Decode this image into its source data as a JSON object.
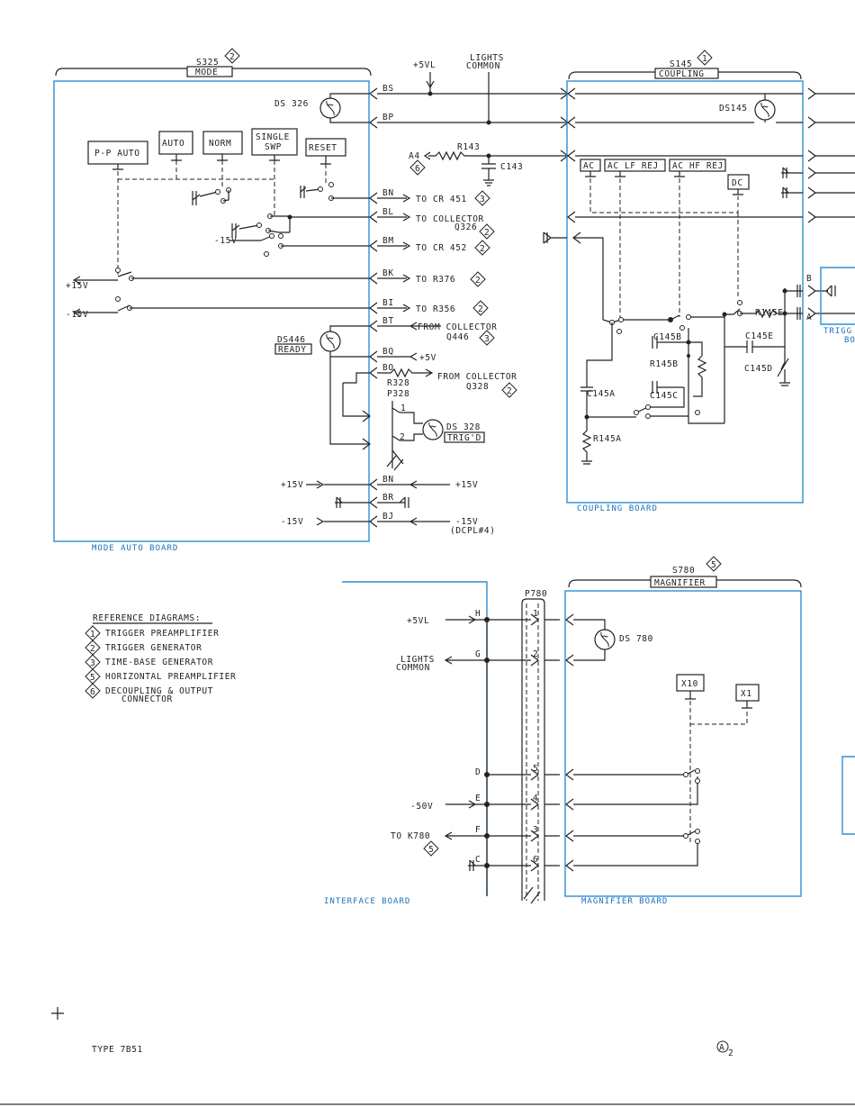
{
  "mode": {
    "designator": "S325",
    "ref": "2",
    "name": "MODE",
    "buttons": [
      "P-P AUTO",
      "AUTO",
      "NORM",
      "SINGLE",
      "SWP",
      "RESET"
    ],
    "lamp": "DS 326",
    "board": "MODE AUTO BOARD",
    "plus15": "+15V",
    "minus15": "-15V",
    "minus15b": "-15V",
    "ready_lamp": "DS446",
    "ready": "READY"
  },
  "interconnect": {
    "p5vl": "+5VL",
    "lights": "LIGHTS",
    "common": "COMMON",
    "bs": "BS",
    "bp": "BP",
    "a4": "A4",
    "a4_ref": "6",
    "r143": "R143",
    "c143": "C143",
    "bn": "BN",
    "to_cr451": "TO CR 451",
    "bl": "BL",
    "to_collector": "TO COLLECTOR",
    "q326": "Q326",
    "bm": "BM",
    "to_cr452": "TO CR 452",
    "bk": "BK",
    "to_r376": "TO R376",
    "bi": "BI",
    "to_r356": "TO R356",
    "bt": "BT",
    "from_coll_1": "FROM COLLECTOR",
    "q446": "Q446",
    "bq": "BQ",
    "p5v": "+5V",
    "bo": "BO",
    "r328": "R328",
    "from_coll_2": "FROM COLLECTOR",
    "q328": "Q328",
    "p328": "P328",
    "pin1": "1",
    "pin2": "2",
    "ds328": "DS 328",
    "trigd": "TRIG'D",
    "bn2": "BN",
    "p15_left": "+15V",
    "p15_right": "+15V",
    "br": "BR",
    "bj": "BJ",
    "m15_left": "-15V",
    "m15_right": "-15V",
    "dcpl": "(DCPL#4)"
  },
  "coupling": {
    "designator": "S145",
    "ref": "1",
    "name": "COUPLING",
    "lamp": "DS145",
    "buttons": [
      "AC",
      "AC LF REJ",
      "AC HF REJ",
      "DC"
    ],
    "r145e": "R145E",
    "c145e": "C145E",
    "c145d": "C145D",
    "c145b": "C145B",
    "r145b": "R145B",
    "c145c": "C145C",
    "c145a": "C145A",
    "r145a": "R145A",
    "b": "B",
    "a": "A",
    "trig_partial": "TRIGG",
    "bo_partial": "BO",
    "board": "COUPLING BOARD"
  },
  "magnifier": {
    "designator": "S780",
    "ref": "5",
    "name": "MAGNIFIER",
    "lamp": "DS 780",
    "x10": "X10",
    "x1": "X1",
    "board": "MAGNIFIER BOARD"
  },
  "interface": {
    "p780": "P780",
    "p5vl": "+5VL",
    "h": "H",
    "lights": "LIGHTS",
    "common": "COMMON",
    "g": "G",
    "d": "D",
    "m50": "-50V",
    "e": "E",
    "to_k780": "TO K780",
    "k780_ref": "5",
    "f": "F",
    "c": "C",
    "pins": [
      "1",
      "2",
      "5",
      "4",
      "3",
      "6"
    ],
    "board": "INTERFACE BOARD"
  },
  "reference": {
    "title": "REFERENCE DIAGRAMS:",
    "items": [
      {
        "n": "1",
        "label": "TRIGGER PREAMPLIFIER"
      },
      {
        "n": "2",
        "label": "TRIGGER GENERATOR"
      },
      {
        "n": "3",
        "label": "TIME-BASE GENERATOR"
      },
      {
        "n": "5",
        "label": "HORIZONTAL PREAMPLIFIER"
      },
      {
        "n": "6",
        "label": "DECOUPLING & OUTPUT"
      }
    ],
    "item6_cont": "CONNECTOR"
  },
  "footer": {
    "type": "TYPE 7B51",
    "rev_main": "A",
    "rev_sub": "2"
  }
}
